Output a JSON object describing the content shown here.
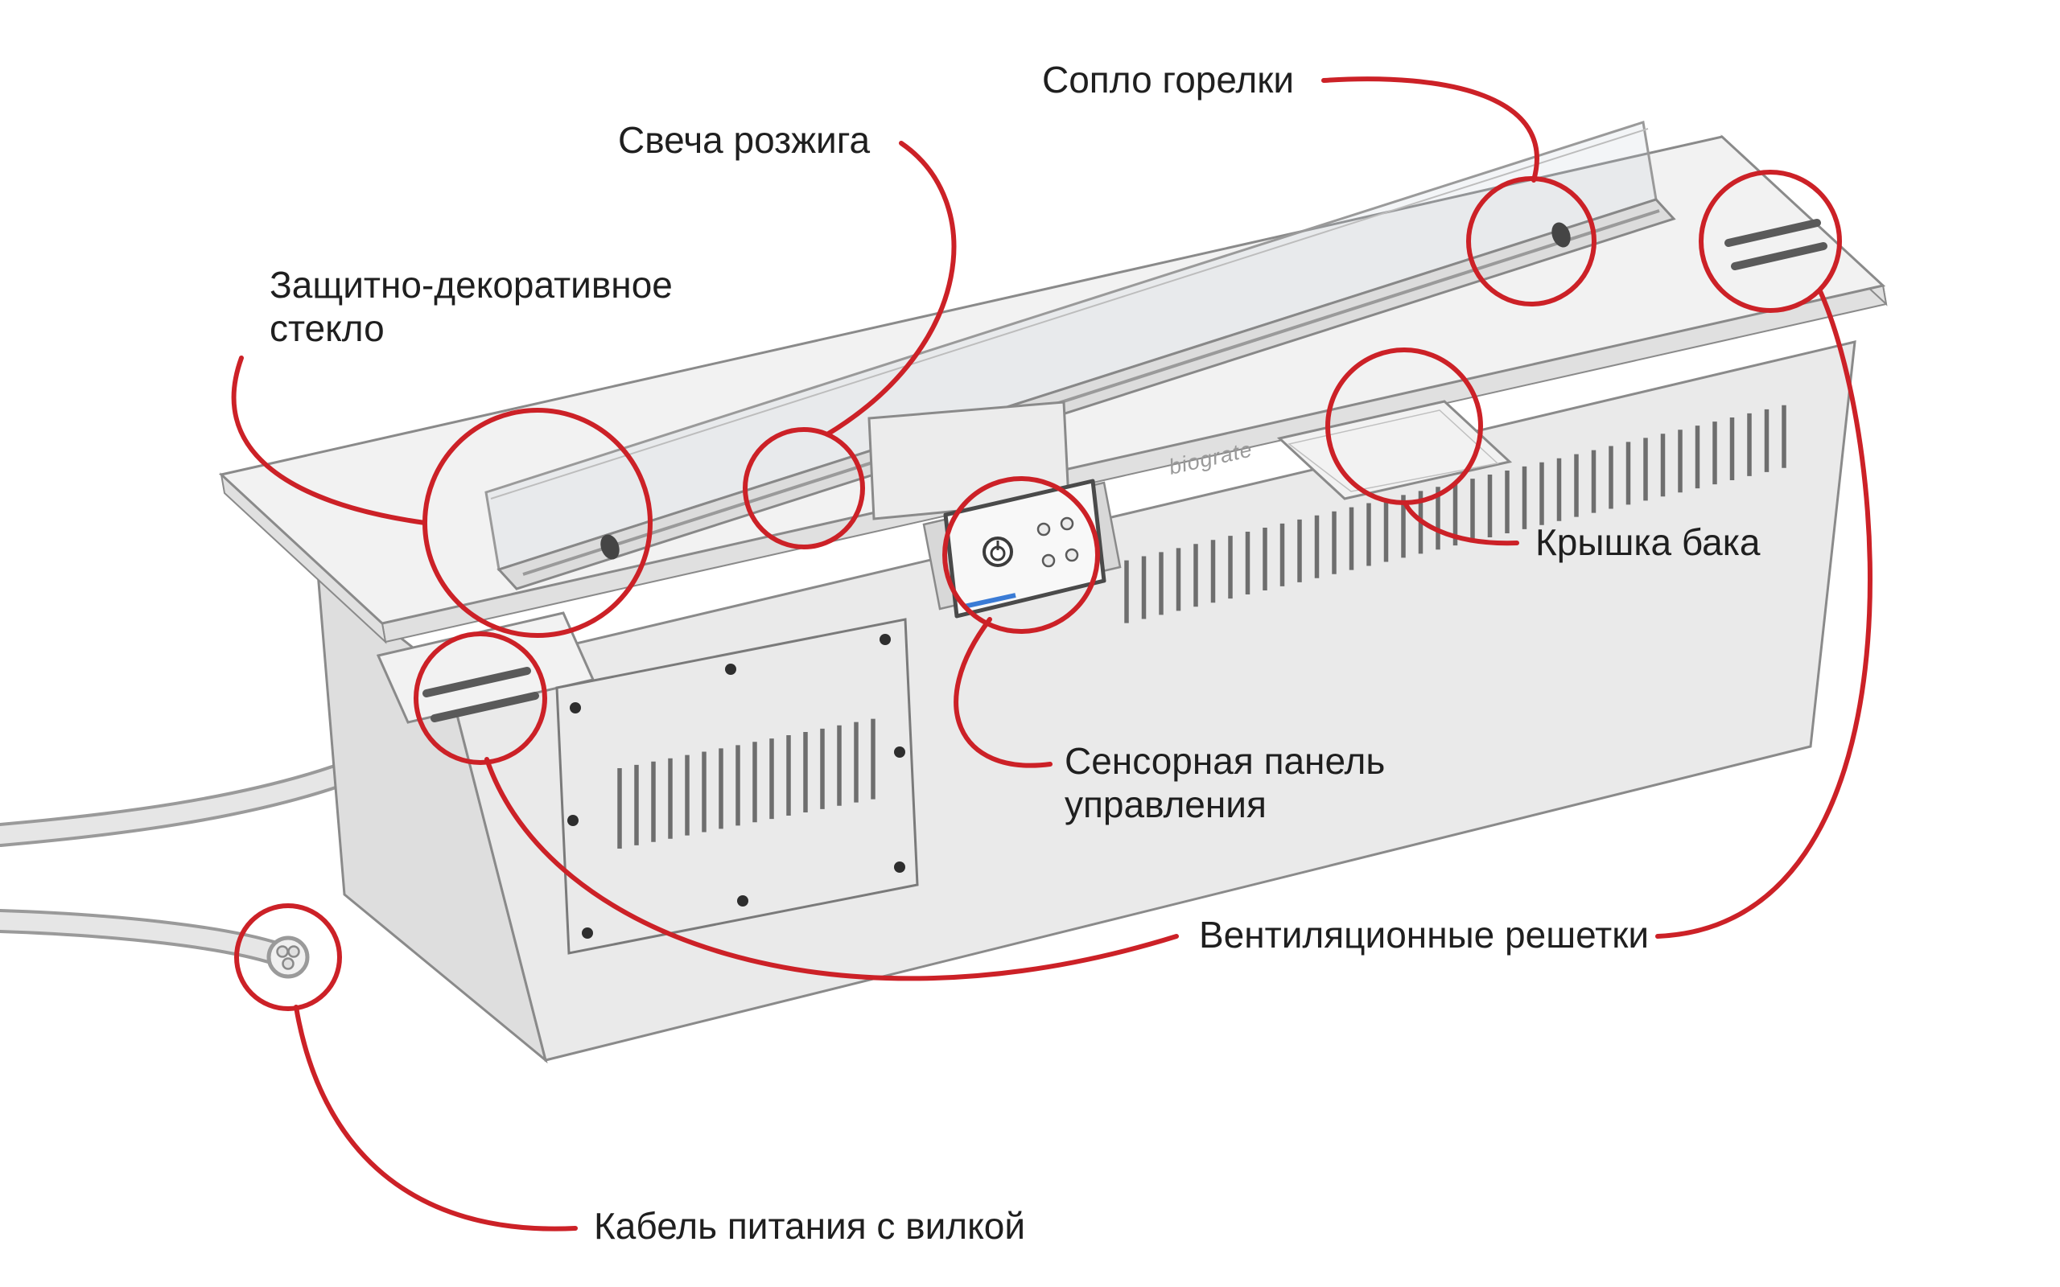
{
  "labels": {
    "burner_nozzle": "Сопло горелки",
    "ignition_plug": "Свеча розжига",
    "protective_glass_line1": "Защитно-декоративное",
    "protective_glass_line2": "стекло",
    "tank_lid": "Крышка бака",
    "touch_panel_line1": "Сенсорная панель",
    "touch_panel_line2": "управления",
    "ventilation_grilles": "Вентиляционные решетки",
    "power_cable": "Кабель питания с вилкой"
  },
  "device": {
    "brand_logo": "biograte"
  },
  "colors": {
    "annotation_red": "#cc2127",
    "label_text": "#1f1f1f",
    "device_outline": "#8a8a8a",
    "indicator_blue": "#3a7bd5"
  }
}
